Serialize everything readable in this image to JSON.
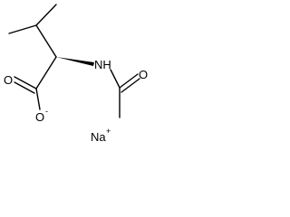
{
  "molecule": {
    "atoms": {
      "nitrogen": "NH",
      "carbonyl_oxygen_acid": "O",
      "carboxylate_oxygen": "O",
      "carboxylate_charge": "-",
      "amide_oxygen": "O",
      "counterion": "Na",
      "counterion_charge": "+"
    }
  }
}
